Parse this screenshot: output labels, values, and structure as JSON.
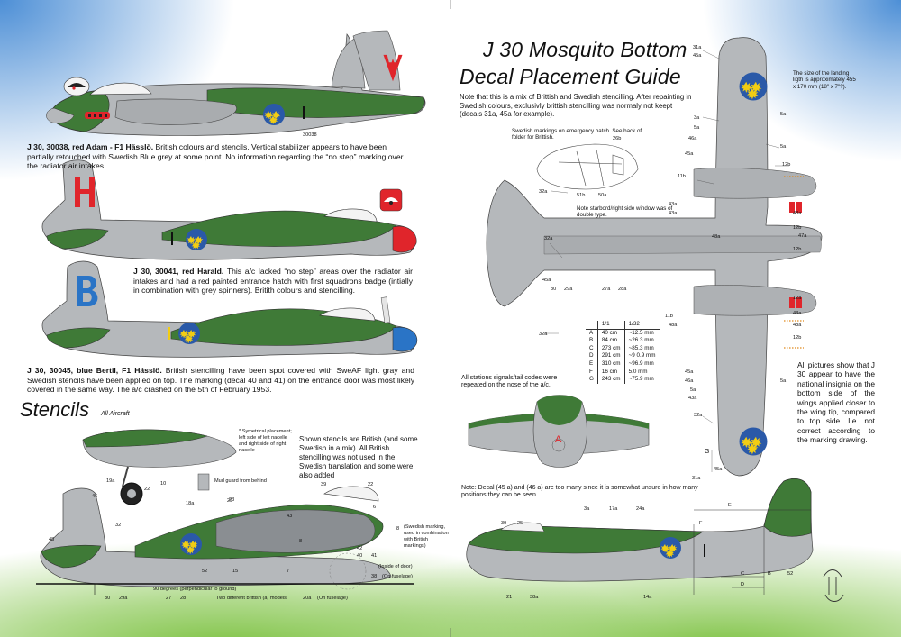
{
  "colors": {
    "raf_green": "#3f7a37",
    "grey": "#b5b8bb",
    "roundel_blue": "#2a59a8",
    "roundel_yellow": "#f2cd13",
    "code_red": "#e0252b",
    "code_blue": "#2a74c6"
  },
  "guide": {
    "title_line1": "J 30 Mosquito Bottom",
    "title_line2": "Decal Placement Guide",
    "note": "Note that this is a mix of Brittish and Swedish stencilling. After repainting in Swedish colours, exclusivly brittish stencilling was normaly not keept (decals 31a, 45a for example)."
  },
  "hatch": {
    "note": "Swedish markings on emergency hatch. See back of folder for Brittish.",
    "window_note": "Note starbord/right side window was of double type.",
    "labels": {
      "a": "26b",
      "b": "51b",
      "c": "50a"
    }
  },
  "landing_light": {
    "note": "The size of the landing ligth is approximately 455 x 170 mm (18\" x 7\"?)."
  },
  "insignia_note": "All pictures show that J 30 appear to have the national insignia on the bottom side of the wings applied closer to the wing tip, compared to top side. I.e. not correct according to the marking drawing.",
  "stations_note": "All stations signals/tail codes were repeated on the nose of the a/c.",
  "front_view": {
    "code": "A"
  },
  "decal_note": "Note: Decal (45 a) and (46 a) are too many since it is somewhat unsure in how many positions they can be seen.",
  "scale_table": {
    "headers": [
      "",
      "1/1",
      "1/32"
    ],
    "rows": [
      [
        "A",
        "40 cm",
        "~12.5 mm"
      ],
      [
        "B",
        "84 cm",
        "~26.3 mm"
      ],
      [
        "C",
        "273 cm",
        "~85.3 mm"
      ],
      [
        "D",
        "291 cm",
        "~9 0.9 mm"
      ],
      [
        "E",
        "310 cm",
        "~96.9 mm"
      ],
      [
        "F",
        "16 cm",
        "5.0 mm"
      ],
      [
        "G",
        "243 cm",
        "~75.9 mm"
      ]
    ]
  },
  "aircraft": [
    {
      "code": "A",
      "serial": "30038",
      "fin_number": "1",
      "caption_bold": "J 30, 30038, red Adam - F1 Hässlö.",
      "caption": " British colours and stencils. Vertical stabilizer appears to have been partially retouched with Swedish Blue grey at some point. No information regarding the “no step” marking over the radiator air intakes."
    },
    {
      "code": "H",
      "fin_number": "1",
      "caption_bold": "J 30, 30041, red Harald.",
      "caption": " This a/c lacked “no step” areas over the radiator air intakes and had a red painted entrance hatch with first squadrons badge (intially in combination with grey spinners). Britith colours and stencilling."
    },
    {
      "code": "B",
      "fin_number": "1",
      "caption_bold": "J 30, 30045, blue Bertil, F1 Hässlö.",
      "caption": " British stencilling have been spot covered with SweAF light gray and Swedish stencils have been applied on top. The marking (decal 40 and 41) on the entrance door was most likely covered in the same way. The a/c crashed on the 5th of February 1953."
    }
  ],
  "stencils": {
    "title": "Stencils",
    "subtitle": "All Aircraft",
    "symmetric_note": "* Symetrical placement; left side of left nacelle and right side of right nacelle",
    "shown_note": "Shown stencils are British (and some Swedish in a mix). All British stencilling was not used in the Swedish translation and some were also added",
    "mud_guard": "Mud guard from behind",
    "swedish_marking": "(Swedish marking, used in combination with British markings)",
    "inside_door": "(Inside of door)",
    "on_fuselage": "(On fuselage)",
    "on_fuselage2": "(On fuselage)",
    "ninety": "90 degrees (perpendicular to ground)",
    "two_models": "Two different brittish (a) models"
  },
  "callouts": {
    "bottom": [
      "31a",
      "45a",
      "5a",
      "3a",
      "5a",
      "46a",
      "45a",
      "5a",
      "11b",
      "12b",
      "32a",
      "43a",
      "48a",
      "12b",
      "47a",
      "12b",
      "43a",
      "32a",
      "45a",
      "30",
      "29a",
      "27a",
      "28a",
      "12a",
      "11b",
      "48a",
      "43a",
      "48a",
      "12b",
      "32a",
      "45a",
      "46a",
      "5a",
      "5a",
      "43a",
      "32a",
      "31a",
      "45a",
      "48a"
    ],
    "stencil_side": [
      "19a",
      "10",
      "18a",
      "46",
      "22",
      "23",
      "32",
      "39",
      "22",
      "48",
      "52",
      "15",
      "7",
      "42",
      "41",
      "40",
      "38",
      "30",
      "29a",
      "27",
      "28",
      "20a",
      "43",
      "8",
      "6",
      "8",
      "23"
    ],
    "starboard": [
      "39",
      "25",
      "3a",
      "17a",
      "24a",
      "21",
      "38a",
      "14a",
      "E",
      "F",
      "B",
      "C",
      "D",
      "52"
    ]
  }
}
